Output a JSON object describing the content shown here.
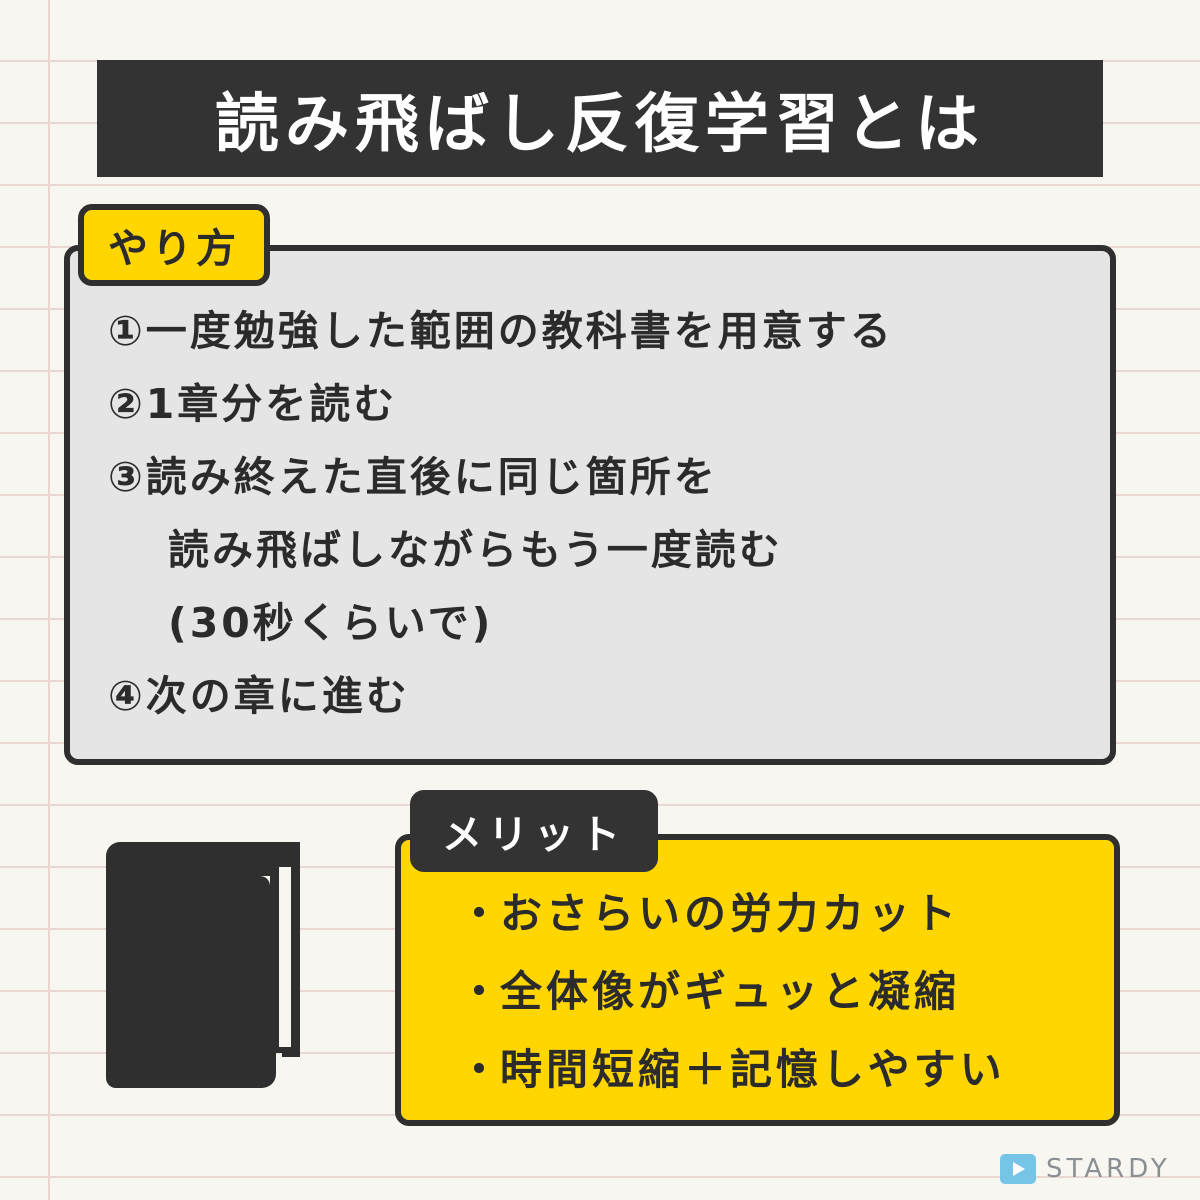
{
  "title": "読み飛ばし反復学習とは",
  "howto": {
    "tag": "やり方",
    "lines": [
      "①一度勉強した範囲の教科書を用意する",
      "②1章分を読む",
      "③読み終えた直後に同じ箇所を",
      "読み飛ばしながらもう一度読む",
      "(30秒くらいで)",
      "④次の章に進む"
    ]
  },
  "merit": {
    "tag": "メリット",
    "bullet": "・",
    "items": [
      "おさらいの労力カット",
      "全体像がギュッと凝縮",
      "時間短縮＋記憶しやすい"
    ]
  },
  "logo": {
    "text": "STARDY"
  },
  "colors": {
    "accent": "#ffd600",
    "dark": "#333333",
    "panel": "#e5e5e5",
    "logo": "#76c4e6"
  },
  "icons": {
    "illustration": "book-icon",
    "logo": "play-icon"
  }
}
